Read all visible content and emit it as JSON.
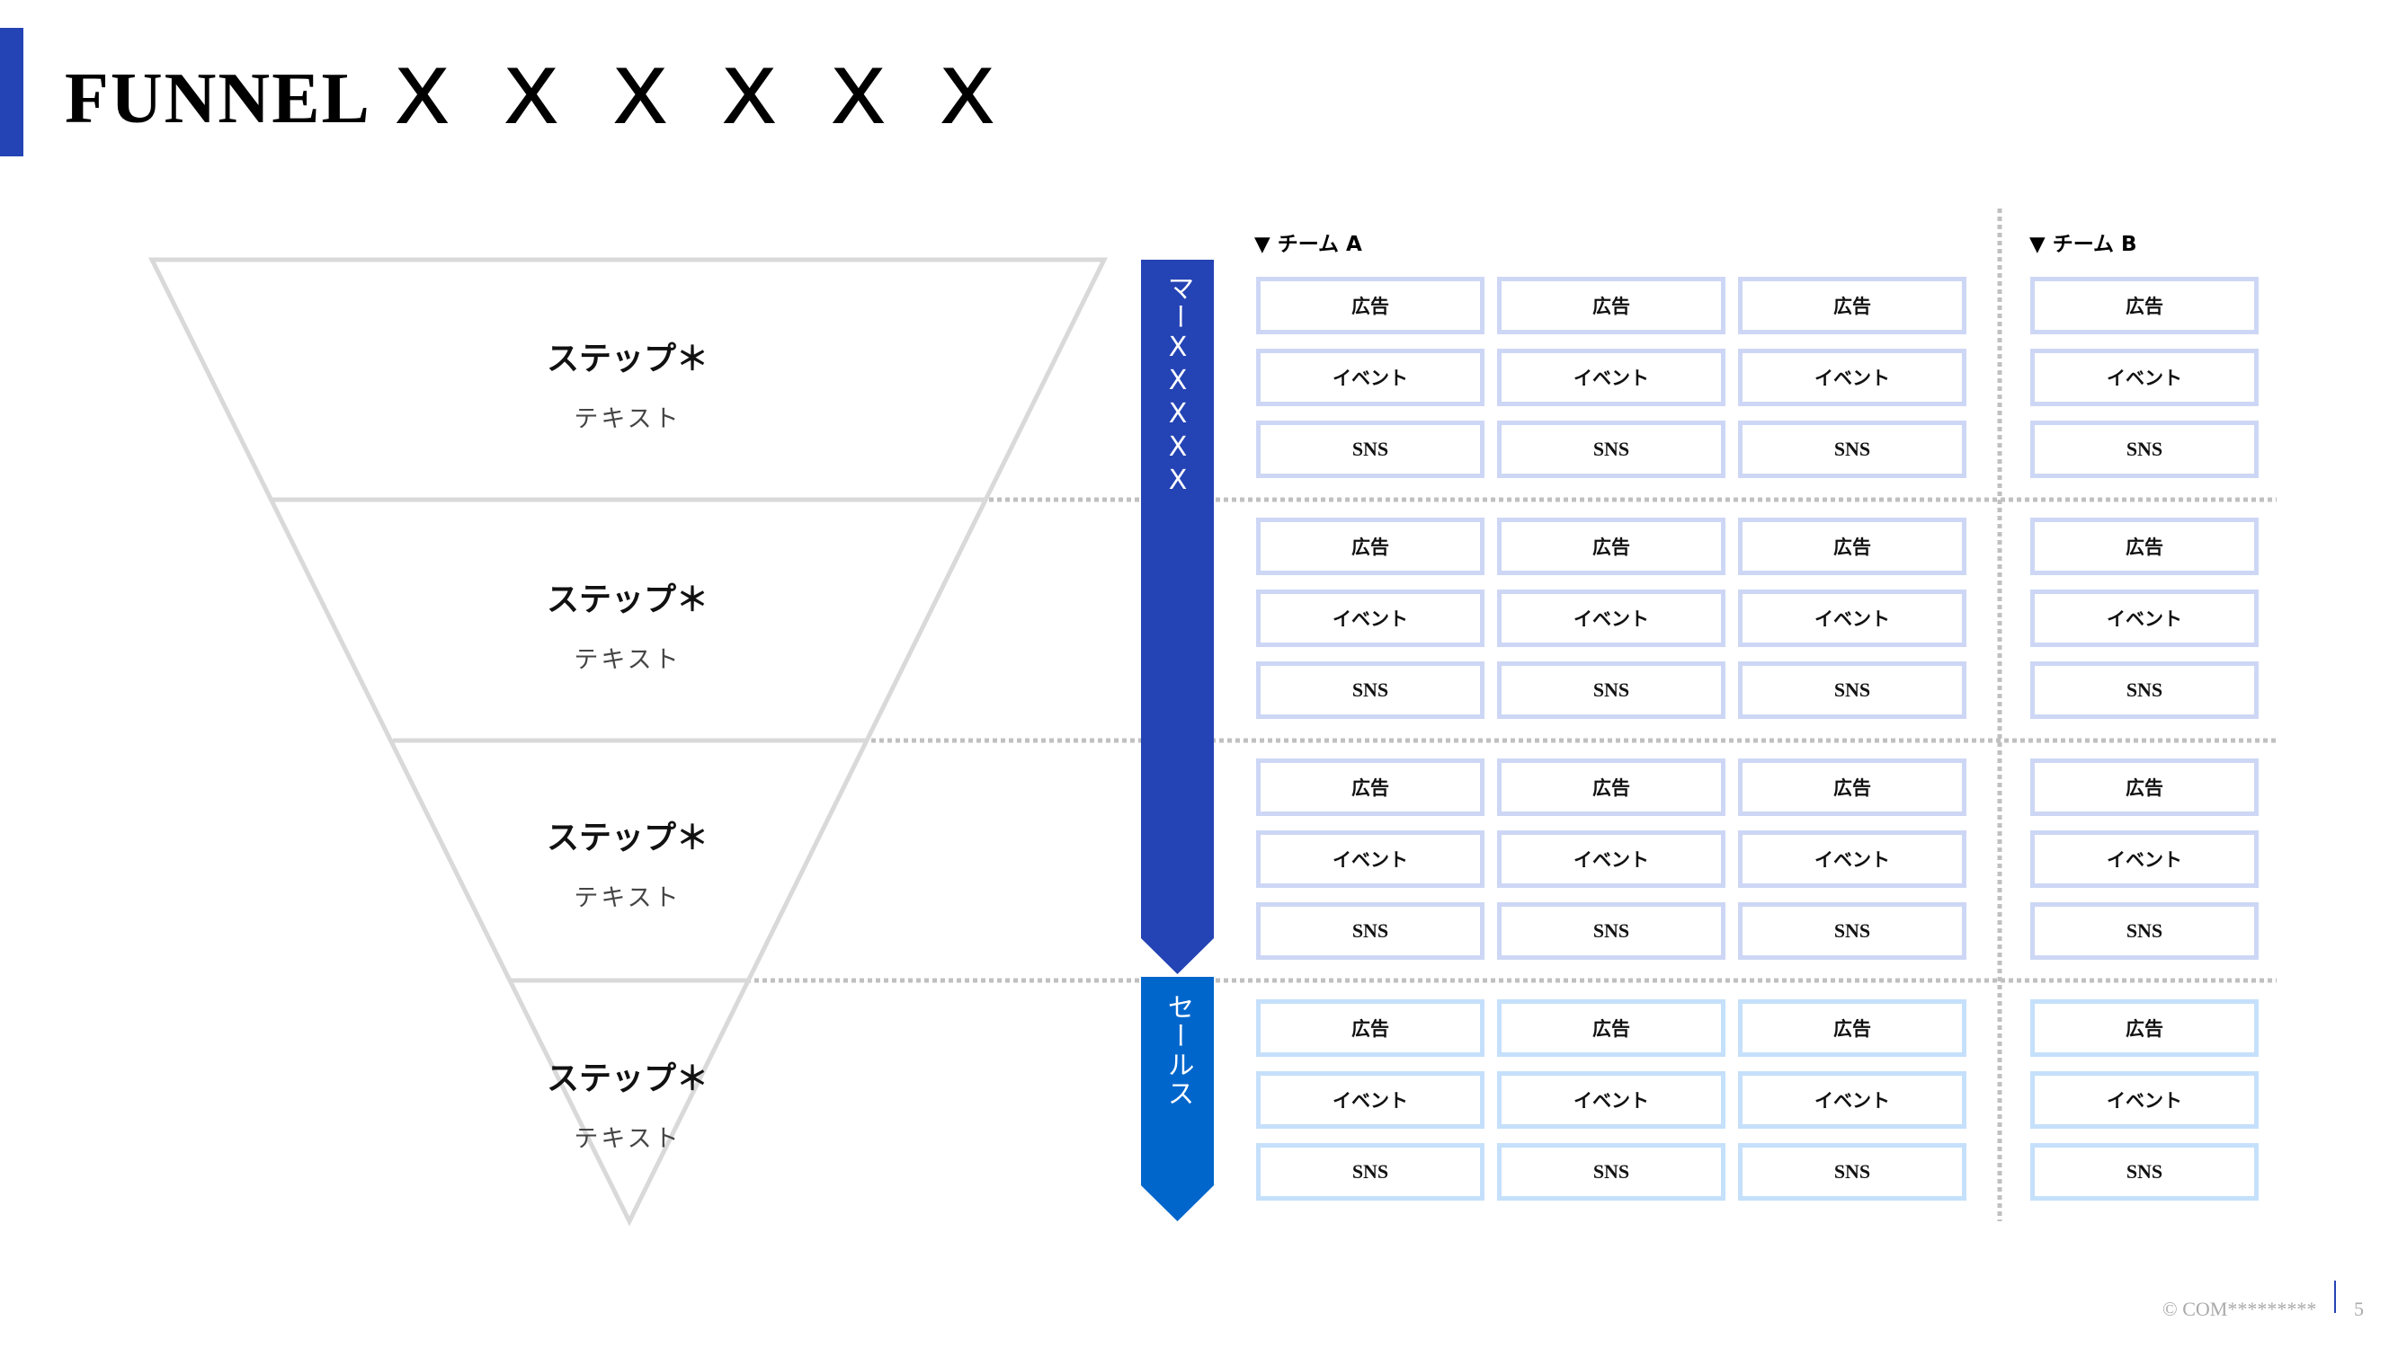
{
  "title": {
    "main": "FUNNEL",
    "suffix": "X X X X X X"
  },
  "steps": [
    {
      "heading": "ステップ＊",
      "text": "テキスト"
    },
    {
      "heading": "ステップ＊",
      "text": "テキスト"
    },
    {
      "heading": "ステップ＊",
      "text": "テキスト"
    },
    {
      "heading": "ステップ＊",
      "text": "テキスト"
    }
  ],
  "phases": {
    "marketing": "マーXXXXX",
    "sales": "セールス"
  },
  "teams": {
    "a": "▼ チーム A",
    "b": "▼ チーム B"
  },
  "sections": [
    {
      "team_a": [
        [
          "広告",
          "広告",
          "広告"
        ],
        [
          "イベント",
          "イベント",
          "イベント"
        ],
        [
          "SNS",
          "SNS",
          "SNS"
        ]
      ],
      "team_b": [
        "広告",
        "イベント",
        "SNS"
      ]
    },
    {
      "team_a": [
        [
          "広告",
          "広告",
          "広告"
        ],
        [
          "イベント",
          "イベント",
          "イベント"
        ],
        [
          "SNS",
          "SNS",
          "SNS"
        ]
      ],
      "team_b": [
        "広告",
        "イベント",
        "SNS"
      ]
    },
    {
      "team_a": [
        [
          "広告",
          "広告",
          "広告"
        ],
        [
          "イベント",
          "イベント",
          "イベント"
        ],
        [
          "SNS",
          "SNS",
          "SNS"
        ]
      ],
      "team_b": [
        "広告",
        "イベント",
        "SNS"
      ]
    },
    {
      "team_a": [
        [
          "広告",
          "広告",
          "広告"
        ],
        [
          "イベント",
          "イベント",
          "イベント"
        ],
        [
          "SNS",
          "SNS",
          "SNS"
        ]
      ],
      "team_b": [
        "広告",
        "イベント",
        "SNS"
      ]
    }
  ],
  "colors": {
    "marketing": "#2443b4",
    "sales": "#0066cc",
    "cell_border": "#cdd7f5",
    "cell_border_sales": "#c5e0fb",
    "funnel": "#d9d9d9",
    "divider": "#c0c0c0"
  },
  "footer": {
    "copyright": "© COM*********",
    "page": "5"
  }
}
